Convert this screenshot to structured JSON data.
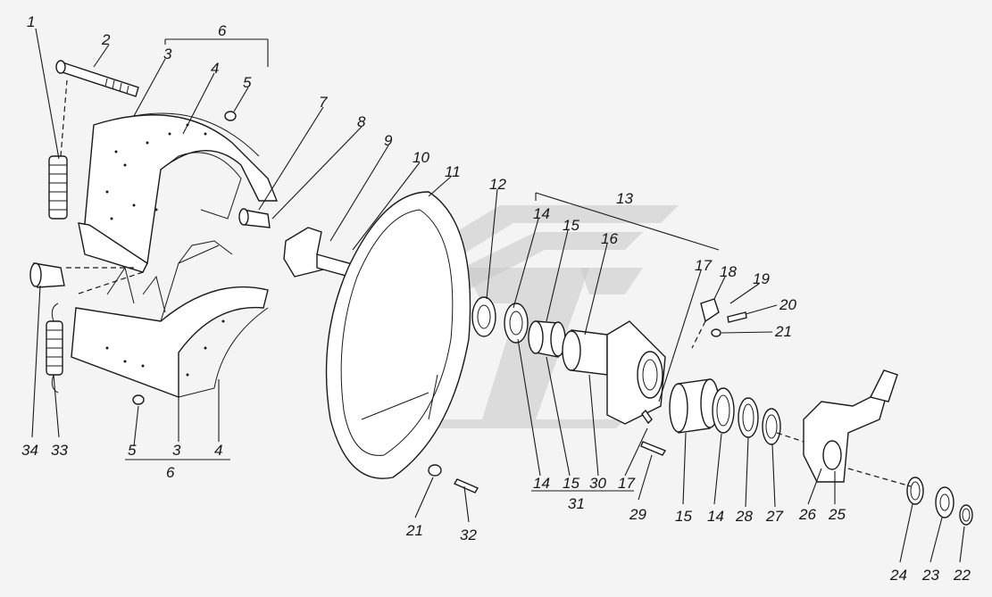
{
  "diagram": {
    "callouts": [
      {
        "id": "c1",
        "text": "1"
      },
      {
        "id": "c2",
        "text": "2"
      },
      {
        "id": "c3a",
        "text": "3"
      },
      {
        "id": "c4a",
        "text": "4"
      },
      {
        "id": "c5a",
        "text": "5"
      },
      {
        "id": "c6a",
        "text": "6"
      },
      {
        "id": "c7",
        "text": "7"
      },
      {
        "id": "c8",
        "text": "8"
      },
      {
        "id": "c9",
        "text": "9"
      },
      {
        "id": "c10",
        "text": "10"
      },
      {
        "id": "c11",
        "text": "11"
      },
      {
        "id": "c12",
        "text": "12"
      },
      {
        "id": "c13",
        "text": "13"
      },
      {
        "id": "c14a",
        "text": "14"
      },
      {
        "id": "c15a",
        "text": "15"
      },
      {
        "id": "c16",
        "text": "16"
      },
      {
        "id": "c17a",
        "text": "17"
      },
      {
        "id": "c18",
        "text": "18"
      },
      {
        "id": "c19",
        "text": "19"
      },
      {
        "id": "c20",
        "text": "20"
      },
      {
        "id": "c21a",
        "text": "21"
      },
      {
        "id": "c34",
        "text": "34"
      },
      {
        "id": "c33",
        "text": "33"
      },
      {
        "id": "c5b",
        "text": "5"
      },
      {
        "id": "c3b",
        "text": "3"
      },
      {
        "id": "c4b",
        "text": "4"
      },
      {
        "id": "c6b",
        "text": "6"
      },
      {
        "id": "c21b",
        "text": "21"
      },
      {
        "id": "c32",
        "text": "32"
      },
      {
        "id": "c14b",
        "text": "14"
      },
      {
        "id": "c15b",
        "text": "15"
      },
      {
        "id": "c30",
        "text": "30"
      },
      {
        "id": "c17b",
        "text": "17"
      },
      {
        "id": "c31",
        "text": "31"
      },
      {
        "id": "c29",
        "text": "29"
      },
      {
        "id": "c15c",
        "text": "15"
      },
      {
        "id": "c14c",
        "text": "14"
      },
      {
        "id": "c28",
        "text": "28"
      },
      {
        "id": "c27",
        "text": "27"
      },
      {
        "id": "c26",
        "text": "26"
      },
      {
        "id": "c25",
        "text": "25"
      },
      {
        "id": "c24",
        "text": "24"
      },
      {
        "id": "c23",
        "text": "23"
      },
      {
        "id": "c22",
        "text": "22"
      }
    ]
  }
}
